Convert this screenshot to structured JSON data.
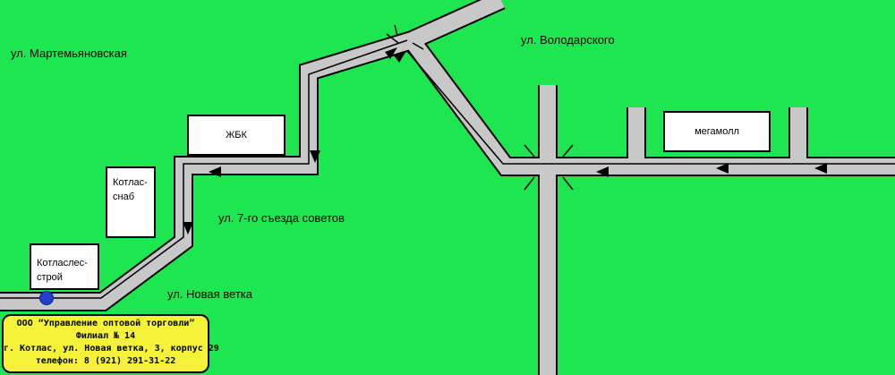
{
  "streets": {
    "martemyanovskaya": "ул. Мартемьяновская",
    "volodarskogo": "ул. Володарского",
    "syezd": "ул. 7-го съезда советов",
    "novaya_vetka": "ул. Новая ветка"
  },
  "buildings": {
    "zhbk": "ЖБК",
    "megamoll": "мегамолл",
    "kotlassnab_line1": "Котлас-",
    "kotlassnab_line2": "снаб",
    "kotlasles_line1": "Котласлес-",
    "kotlasles_line2": "строй"
  },
  "info": {
    "company": "ООО “Управление оптовой торговли”",
    "branch": "Филиал № 14",
    "address": "г. Котлас, ул. Новая ветка, 3, корпус  29",
    "phone": "телефон: 8 (921) 291-31-22"
  },
  "colors": {
    "ground": "#1ee650",
    "road": "#c8c8c8",
    "info_box": "#f5f23a",
    "marker": "#2540c8"
  }
}
